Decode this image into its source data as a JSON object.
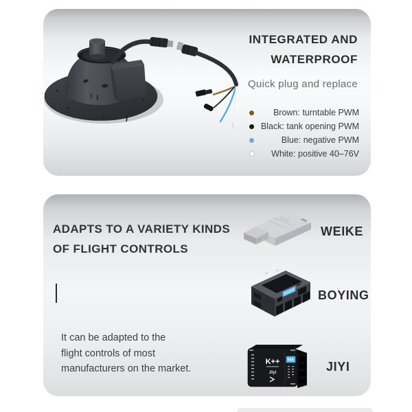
{
  "top_panel": {
    "title_line1": "INTEGRATED AND",
    "title_line2": "WATERPROOF",
    "subtitle": "Quick plug and replace",
    "wires": [
      {
        "label": "Brown: turntable PWM",
        "color": "#77601f"
      },
      {
        "label": "Black: tank opening PWM",
        "color": "#151515"
      },
      {
        "label": "Blue: negative PWM",
        "color": "#6ea9e6"
      },
      {
        "label": "White: positive 40–76V",
        "color": "#ffffff"
      }
    ]
  },
  "bottom_panel": {
    "title_line1": "ADAPTS TO A VARIETY KINDS",
    "title_line2": "OF FLIGHT CONTROLS",
    "paragraph_lines": [
      "It can be adapted to the",
      "flight controls of most",
      "manufacturers on the market."
    ],
    "brands": [
      {
        "name": "WEIKE"
      },
      {
        "name": "BOYING"
      },
      {
        "name": "JIYI"
      }
    ],
    "jiyi_device": {
      "main_text": "K++",
      "logo_text": "Jiyi"
    }
  }
}
